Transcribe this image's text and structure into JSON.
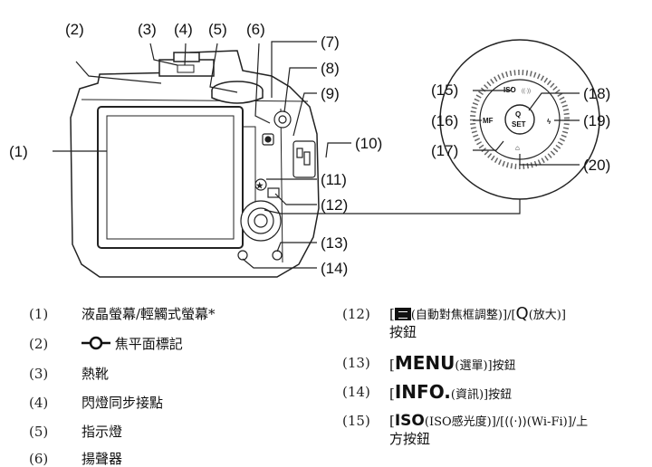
{
  "callouts": {
    "c1": "(1)",
    "c2": "(2)",
    "c3": "(3)",
    "c4": "(4)",
    "c5": "(5)",
    "c6": "(6)",
    "c7": "(7)",
    "c8": "(8)",
    "c9": "(9)",
    "c10": "(10)",
    "c11": "(11)",
    "c12": "(12)",
    "c13": "(13)",
    "c14": "(14)",
    "c15": "(15)",
    "c16": "(16)",
    "c17": "(17)",
    "c18": "(18)",
    "c19": "(19)",
    "c20": "(20)"
  },
  "dial_labels": {
    "iso": "ISO",
    "wifi": "((·))",
    "q": "Q",
    "set": "SET",
    "mf": "MF",
    "flash": "ϟ",
    "trash": "⌂"
  },
  "legend_left": [
    {
      "num": "(1)",
      "text": "液晶螢幕/輕觸式螢幕*"
    },
    {
      "num": "(2)",
      "text": "焦平面標記"
    },
    {
      "num": "(3)",
      "text": "熱靴"
    },
    {
      "num": "(4)",
      "text": "閃燈同步接點"
    },
    {
      "num": "(5)",
      "text": "指示燈"
    },
    {
      "num": "(6)",
      "text": "揚聲器"
    }
  ],
  "legend_right": [
    {
      "num": "(12)",
      "pre": "[",
      "mid1": "(自動對焦框調整)]/[",
      "mid2": "(放大)]",
      "line2": "按鈕"
    },
    {
      "num": "(13)",
      "pre": "[",
      "key": "MENU",
      "post": "(選單)]按鈕"
    },
    {
      "num": "(14)",
      "pre": "[",
      "key": "INFO.",
      "post": "(資訊)]按鈕"
    },
    {
      "num": "(15)",
      "pre": "[",
      "key": "ISO",
      "mid": "(ISO感光度)]/[",
      "wifi": "((·))",
      "post": "(Wi-Fi)]/上",
      "line2": "方按鈕"
    }
  ]
}
